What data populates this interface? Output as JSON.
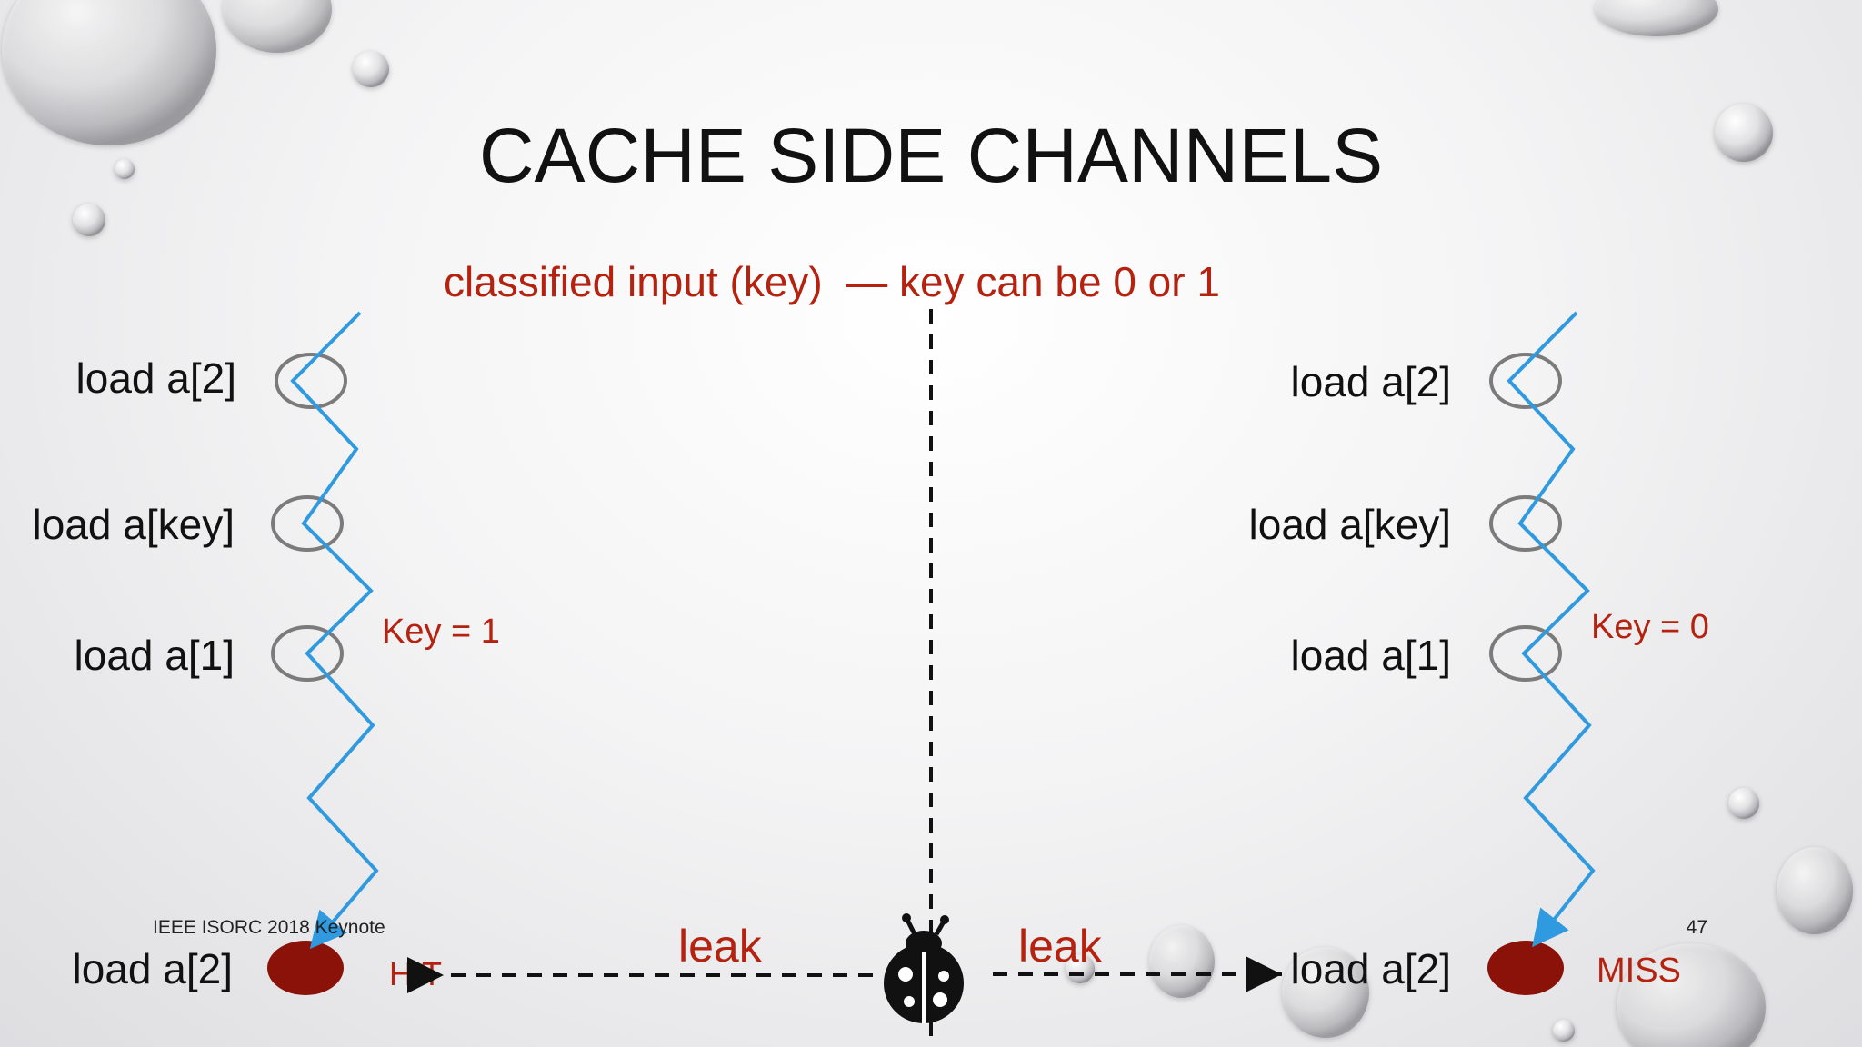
{
  "slide": {
    "title": "CACHE SIDE CHANNELS",
    "subtitle": "classified input (key)  — key can be 0 or 1",
    "footer_left": "IEEE ISORC 2018 Keynote",
    "page_number": "47"
  },
  "left_trace": {
    "loads": [
      "load a[2]",
      "load a[key]",
      "load a[1]",
      "load a[2]"
    ],
    "key_label": "Key = 1",
    "result": "HIT",
    "leak": "leak"
  },
  "right_trace": {
    "loads": [
      "load a[2]",
      "load a[key]",
      "load a[1]",
      "load a[2]"
    ],
    "key_label": "Key = 0",
    "result": "MISS",
    "leak": "leak"
  },
  "colors": {
    "title": "#111111",
    "red_text": "#b5220f",
    "trace_blue": "#2f9ae0",
    "circle_gray": "#7b7b7b",
    "dot_dark_red": "#8b1208"
  },
  "icons": [
    "bug-icon",
    "water-droplet"
  ]
}
